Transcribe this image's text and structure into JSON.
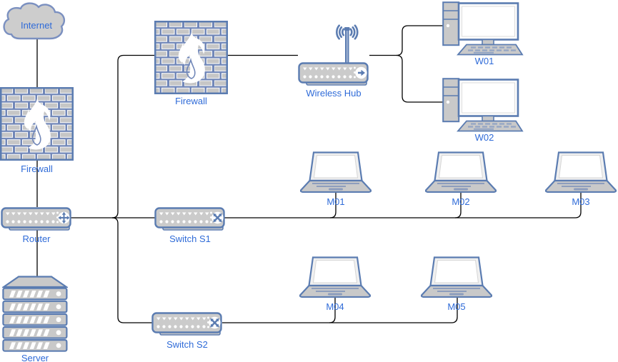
{
  "diagram": {
    "type": "network-topology",
    "colors": {
      "canvas_bg": "#ffffff",
      "label_text": "#2f6bd8",
      "shape_stroke": "#5b7cb1",
      "shape_fill": "#c9c9c9",
      "firewall_brick_bg": "#7187b8",
      "connector_line": "#000000"
    },
    "nodes": [
      {
        "id": "internet",
        "type": "cloud",
        "label": "Internet"
      },
      {
        "id": "firewall-1",
        "type": "firewall",
        "label": "Firewall"
      },
      {
        "id": "router",
        "type": "router",
        "label": "Router"
      },
      {
        "id": "server",
        "type": "server-rack",
        "label": "Server"
      },
      {
        "id": "firewall-2",
        "type": "firewall",
        "label": "Firewall"
      },
      {
        "id": "wireless-hub",
        "type": "wireless-hub",
        "label": "Wireless Hub"
      },
      {
        "id": "w01",
        "type": "workstation",
        "label": "W01"
      },
      {
        "id": "w02",
        "type": "workstation",
        "label": "W02"
      },
      {
        "id": "switch-s1",
        "type": "switch",
        "label": "Switch S1"
      },
      {
        "id": "m01",
        "type": "laptop",
        "label": "M01"
      },
      {
        "id": "m02",
        "type": "laptop",
        "label": "M02"
      },
      {
        "id": "m03",
        "type": "laptop",
        "label": "M03"
      },
      {
        "id": "switch-s2",
        "type": "switch",
        "label": "Switch S2"
      },
      {
        "id": "m04",
        "type": "laptop",
        "label": "M04"
      },
      {
        "id": "m05",
        "type": "laptop",
        "label": "M05"
      }
    ],
    "edges": [
      {
        "from": "internet",
        "to": "firewall-1"
      },
      {
        "from": "firewall-1",
        "to": "router"
      },
      {
        "from": "router",
        "to": "server"
      },
      {
        "from": "router",
        "to": "firewall-2"
      },
      {
        "from": "firewall-2",
        "to": "wireless-hub"
      },
      {
        "from": "wireless-hub",
        "to": "w01"
      },
      {
        "from": "wireless-hub",
        "to": "w02"
      },
      {
        "from": "router",
        "to": "switch-s1"
      },
      {
        "from": "switch-s1",
        "to": "m01"
      },
      {
        "from": "switch-s1",
        "to": "m02"
      },
      {
        "from": "switch-s1",
        "to": "m03"
      },
      {
        "from": "router",
        "to": "switch-s2"
      },
      {
        "from": "switch-s2",
        "to": "m04"
      },
      {
        "from": "switch-s2",
        "to": "m05"
      }
    ]
  }
}
